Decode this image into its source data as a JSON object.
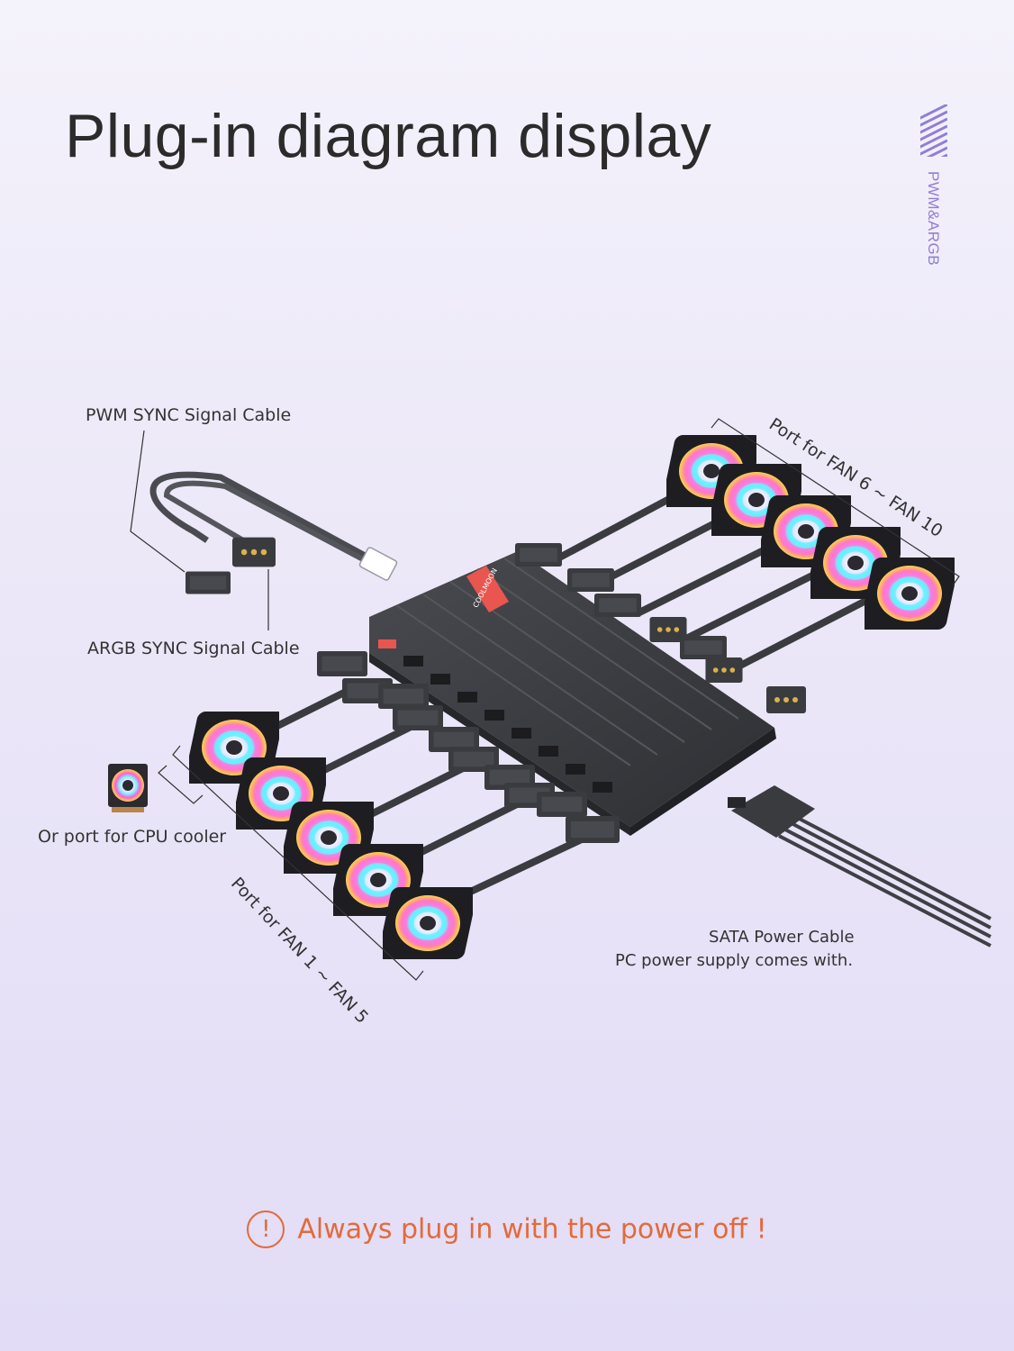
{
  "title": "Plug-in diagram display",
  "side_tag": "PWM&ARGB",
  "labels": {
    "pwm_sync": "PWM SYNC Signal Cable",
    "argb_sync": "ARGB SYNC Signal Cable",
    "cpu_cooler": "Or port for CPU cooler",
    "fan_6_10": "Port for FAN 6 ~ FAN 10",
    "fan_1_5": "Port for FAN 1 ~ FAN 5",
    "sata_line1": "SATA Power Cable",
    "sata_line2": "PC power supply comes with."
  },
  "hub_brand": "COOLMOON",
  "warning": {
    "icon": "exclamation-circle-icon",
    "text": "Always plug in with the power off !"
  },
  "colors": {
    "accent_purple": "#8f7fd6",
    "warning_orange": "#e36a3a",
    "hub_dark": "#3a3b3f",
    "brand_red": "#e8564f"
  }
}
